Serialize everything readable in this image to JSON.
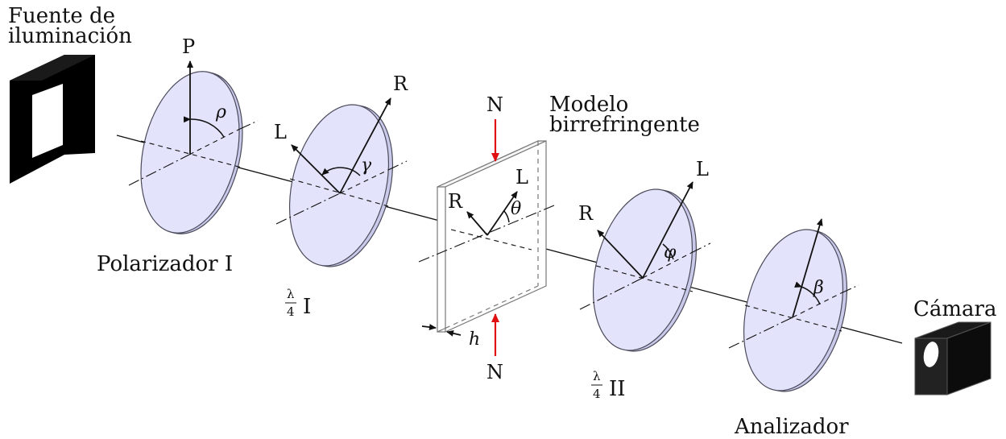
{
  "labels": {
    "source_line1": "Fuente de",
    "source_line2": "iluminación",
    "polarizer": "Polarizador I",
    "qwp1_frac_num": "λ",
    "qwp1_frac_den": "4",
    "qwp1_suffix": "I",
    "model_line1": "Modelo",
    "model_line2": "birrefringente",
    "qwp2_frac_num": "λ",
    "qwp2_frac_den": "4",
    "qwp2_suffix": "II",
    "analyzer": "Analizador",
    "camera": "Cámara",
    "thickness": "h",
    "load_top": "N",
    "load_bottom": "N"
  },
  "axes": {
    "p": "P",
    "rho": "ρ",
    "r1": "R",
    "l1": "L",
    "gamma": "γ",
    "r2": "R",
    "l2": "L",
    "theta": "θ",
    "r3": "R",
    "l3": "L",
    "phi": "φ",
    "beta": "β"
  },
  "colors": {
    "disk_fill": "#e3e3fb",
    "load_arrow": "#e01010",
    "source": "#000000",
    "camera": "#111111"
  }
}
